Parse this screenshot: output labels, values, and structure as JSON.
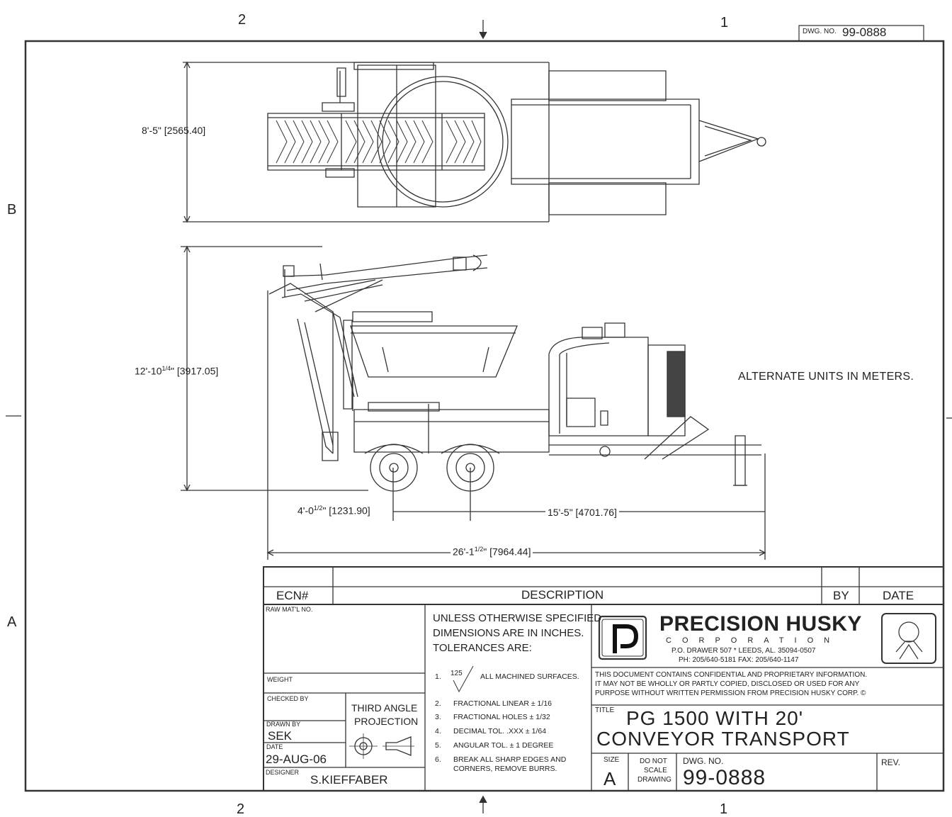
{
  "sheet": {
    "zones": {
      "left_b": "B",
      "left_a": "A",
      "top_2": "2",
      "top_1": "1",
      "bottom_2": "2",
      "bottom_1": "1"
    },
    "dwg_no_top_label": "DWG. NO.",
    "dwg_no_top_value": "99-0888"
  },
  "dimensions": {
    "width": "8'-5\" [2565.40]",
    "height_whole": "12'-10",
    "height_frac": "1/4",
    "height_metric": "\" [3917.05]",
    "axle_whole": "4'-0",
    "axle_frac": "1/2",
    "axle_metric": "\" [1231.90]",
    "hitch": "15'-5\" [4701.76]",
    "overall_whole": "26'-1",
    "overall_frac": "1/2",
    "overall_metric": "\" [7964.44]"
  },
  "notes": {
    "alternate_units": "ALTERNATE UNITS IN METERS."
  },
  "revision_block": {
    "ecn": "ECN#",
    "description": "DESCRIPTION",
    "by": "BY",
    "date": "DATE"
  },
  "title_block": {
    "raw_matl_no": "RAW MAT'L NO.",
    "weight": "WEIGHT",
    "checked_by": "CHECKED BY",
    "drawn_by_label": "DRAWN BY",
    "drawn_by": "SEK",
    "date_label": "DATE",
    "date": "29-AUG-06",
    "designer_label": "DESIGNER",
    "designer": "S.KIEFFABER",
    "projection_line1": "THIRD ANGLE",
    "projection_line2": "PROJECTION",
    "tolerance_header": [
      "UNLESS OTHERWISE SPECIFIED",
      "DIMENSIONS ARE IN INCHES.",
      "TOLERANCES ARE:"
    ],
    "tolerances": [
      {
        "num": "1.",
        "text": "ALL MACHINED SURFACES.",
        "symbol": "125"
      },
      {
        "num": "2.",
        "text": "FRACTIONAL LINEAR ± 1/16"
      },
      {
        "num": "3.",
        "text": "FRACTIONAL HOLES ± 1/32"
      },
      {
        "num": "4.",
        "text": "DECIMAL TOL. .XXX ± 1/64"
      },
      {
        "num": "5.",
        "text": "ANGULAR TOL.  ± 1 DEGREE"
      },
      {
        "num": "6.",
        "text": "BREAK ALL SHARP EDGES AND",
        "text2": "CORNERS, REMOVE BURRS."
      }
    ],
    "company": "PRECISION HUSKY",
    "corporation": "CORPORATION",
    "address": "P.O. DRAWER 507 * LEEDS, AL. 35094-0507",
    "phone": "PH: 205/640-5181   FAX: 205/640-1147",
    "confidential": [
      "THIS DOCUMENT CONTAINS CONFIDENTIAL AND PROPRIETARY INFORMATION.",
      "IT MAY NOT BE WHOLLY OR PARTLY COPIED, DISCLOSED OR USED FOR ANY",
      "PURPOSE WITHOUT WRITTEN PERMISSION FROM PRECISION HUSKY CORP.  ©"
    ],
    "title_label": "TITLE",
    "title_line1": "PG 1500 WITH 20'",
    "title_line2": "CONVEYOR TRANSPORT",
    "size_label": "SIZE",
    "size": "A",
    "do_not_scale": [
      "DO NOT",
      "SCALE",
      "DRAWING"
    ],
    "dwg_no_label": "DWG. NO.",
    "dwg_no": "99-0888",
    "rev_label": "REV."
  }
}
